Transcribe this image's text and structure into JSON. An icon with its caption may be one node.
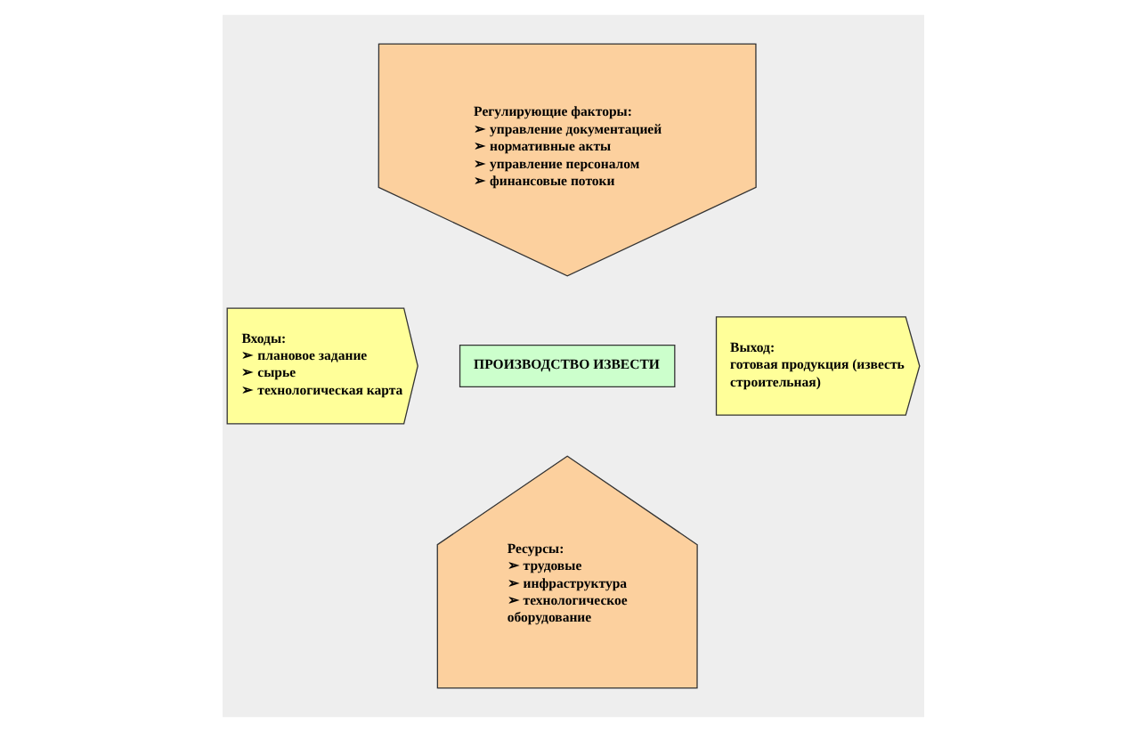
{
  "diagram": {
    "nodes": [
      {
        "text": [
          "Регулирующие факторы:",
          "➢ управление документацией",
          "➢ нормативные акты",
          "➢ управление персоналом",
          "➢ финансовые потоки"
        ]
      },
      {
        "text": [
          "Входы:",
          "➢ плановое задание",
          "➢ сырье",
          "➢ технологическая карта"
        ]
      },
      {
        "text": [
          "ПРОИЗВОДСТВО ИЗВЕСТИ"
        ]
      },
      {
        "text": [
          "Выход:",
          "готовая продукция (известь строительная)"
        ]
      },
      {
        "text": [
          "Ресурсы:",
          "➢ трудовые",
          "➢ инфраструктура",
          "➢ технологическое оборудование"
        ]
      }
    ],
    "edges": []
  }
}
